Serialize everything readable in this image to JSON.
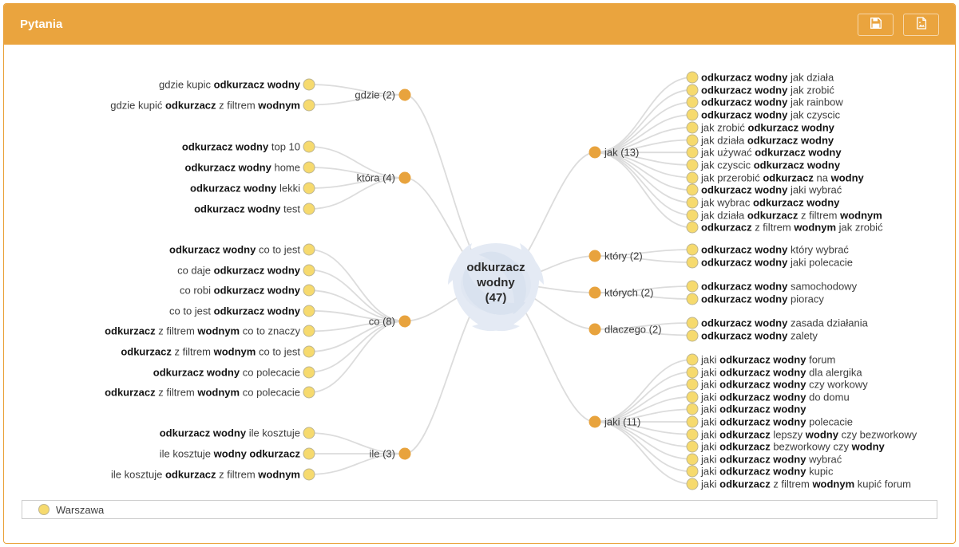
{
  "header": {
    "title": "Pytania",
    "buttons": [
      {
        "name": "save",
        "icon": "floppy-disk-icon"
      },
      {
        "name": "export-image",
        "icon": "image-file-icon"
      }
    ]
  },
  "root": {
    "label": "odkurzacz wodny (47)",
    "label_lines": [
      "odkurzacz",
      "wodny",
      "(47)"
    ],
    "total_questions": 47
  },
  "branches": [
    {
      "label": "gdzie (2)",
      "word": "gdzie",
      "count": 2,
      "side": "left",
      "leaves": [
        "gdzie kupic **odkurzacz wodny**",
        "gdzie kupić **odkurzacz** z filtrem **wodnym**"
      ]
    },
    {
      "label": "która (4)",
      "word": "która",
      "count": 4,
      "side": "left",
      "leaves": [
        "**odkurzacz wodny** top 10",
        "**odkurzacz wodny** home",
        "**odkurzacz wodny** lekki",
        "**odkurzacz wodny** test"
      ]
    },
    {
      "label": "co (8)",
      "word": "co",
      "count": 8,
      "side": "left",
      "leaves": [
        "**odkurzacz wodny** co to jest",
        "co daje **odkurzacz wodny**",
        "co robi **odkurzacz wodny**",
        "co to jest **odkurzacz wodny**",
        "**odkurzacz** z filtrem **wodnym** co to znaczy",
        "**odkurzacz** z filtrem **wodnym** co to jest",
        "**odkurzacz wodny** co polecacie",
        "**odkurzacz** z filtrem **wodnym** co polecacie"
      ]
    },
    {
      "label": "ile (3)",
      "word": "ile",
      "count": 3,
      "side": "left",
      "leaves": [
        "**odkurzacz wodny** ile kosztuje",
        "ile kosztuje **wodny odkurzacz**",
        "ile kosztuje **odkurzacz** z filtrem **wodnym**"
      ]
    },
    {
      "label": "jak (13)",
      "word": "jak",
      "count": 13,
      "side": "right",
      "leaves": [
        "**odkurzacz wodny** jak działa",
        "**odkurzacz wodny** jak zrobić",
        "**odkurzacz wodny** jak rainbow",
        "**odkurzacz wodny** jak czyscic",
        "jak zrobić **odkurzacz wodny**",
        "jak działa **odkurzacz wodny**",
        "jak używać **odkurzacz wodny**",
        "jak czyscic **odkurzacz wodny**",
        "jak przerobić **odkurzacz** na **wodny**",
        "**odkurzacz wodny** jaki wybrać",
        "jak wybrac **odkurzacz wodny**",
        "jak działa **odkurzacz** z filtrem **wodnym**",
        "**odkurzacz** z filtrem **wodnym** jak zrobić"
      ]
    },
    {
      "label": "który (2)",
      "word": "który",
      "count": 2,
      "side": "right",
      "leaves": [
        "**odkurzacz wodny** który wybrać",
        "**odkurzacz wodny** jaki polecacie"
      ]
    },
    {
      "label": "których (2)",
      "word": "których",
      "count": 2,
      "side": "right",
      "leaves": [
        "**odkurzacz wodny** samochodowy",
        "**odkurzacz wodny** pioracy"
      ]
    },
    {
      "label": "dlaczego (2)",
      "word": "dlaczego",
      "count": 2,
      "side": "right",
      "leaves": [
        "**odkurzacz wodny** zasada działania",
        "**odkurzacz wodny** zalety"
      ]
    },
    {
      "label": "jaki (11)",
      "word": "jaki",
      "count": 11,
      "side": "right",
      "leaves": [
        "jaki **odkurzacz wodny** forum",
        "jaki **odkurzacz wodny** dla alergika",
        "jaki **odkurzacz wodny** czy workowy",
        "jaki **odkurzacz wodny** do domu",
        "jaki **odkurzacz wodny**",
        "jaki **odkurzacz wodny** polecacie",
        "jaki **odkurzacz** lepszy **wodny** czy bezworkowy",
        "jaki **odkurzacz** bezworkowy czy **wodny**",
        "jaki **odkurzacz wodny** wybrać",
        "jaki **odkurzacz wodny** kupic",
        "jaki **odkurzacz** z filtrem **wodnym** kupić forum"
      ]
    }
  ],
  "legend": {
    "items": [
      {
        "label": "Warszawa"
      }
    ]
  },
  "colors": {
    "header_bg": "#eaa43e",
    "card_border": "#e9a23b",
    "branch_dot": "#e8a33d",
    "leaf_dot_fill": "#f6da6e",
    "leaf_dot_border": "#bdb591",
    "edge_line": "#dcdcdc",
    "text_normal": "#3c3c3c",
    "text_bold": "#141414",
    "swirl": "#e3e9f3",
    "legend_border": "#cccccc"
  }
}
